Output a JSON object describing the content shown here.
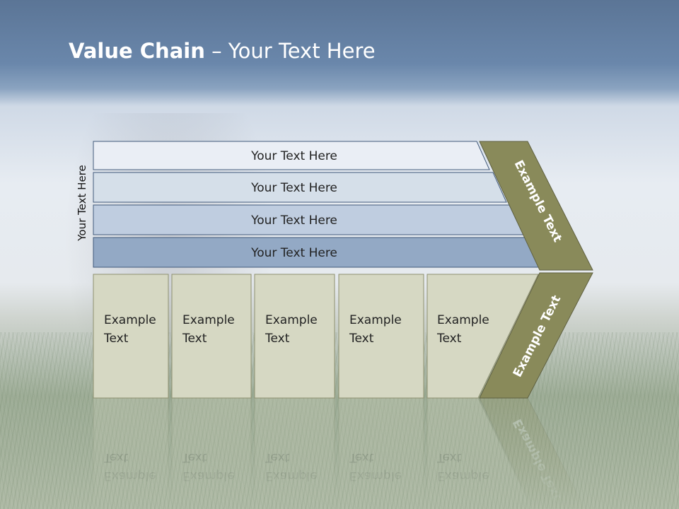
{
  "title": {
    "bold": "Value Chain",
    "rest": " – Your Text Here"
  },
  "side_label": "Your Text Here",
  "bars": [
    "Your Text Here",
    "Your Text Here",
    "Your Text Here",
    "Your Text Here"
  ],
  "boxes": [
    {
      "line1": "Example",
      "line2": "Text"
    },
    {
      "line1": "Example",
      "line2": "Text"
    },
    {
      "line1": "Example",
      "line2": "Text"
    },
    {
      "line1": "Example",
      "line2": "Text"
    },
    {
      "line1": "Example",
      "line2": "Text"
    }
  ],
  "chevron": {
    "upper": "Example Text",
    "lower": "Example Text"
  },
  "colors": {
    "bar_fills": [
      "#eaeef5",
      "#d5dfe9",
      "#bfcde0",
      "#93a9c5"
    ],
    "bar_stroke": "#41597a",
    "box_fill": "#d6d8c3",
    "box_stroke": "#8e906f",
    "chevron_fill": "#898a5a",
    "chevron_stroke": "#5f6040"
  }
}
